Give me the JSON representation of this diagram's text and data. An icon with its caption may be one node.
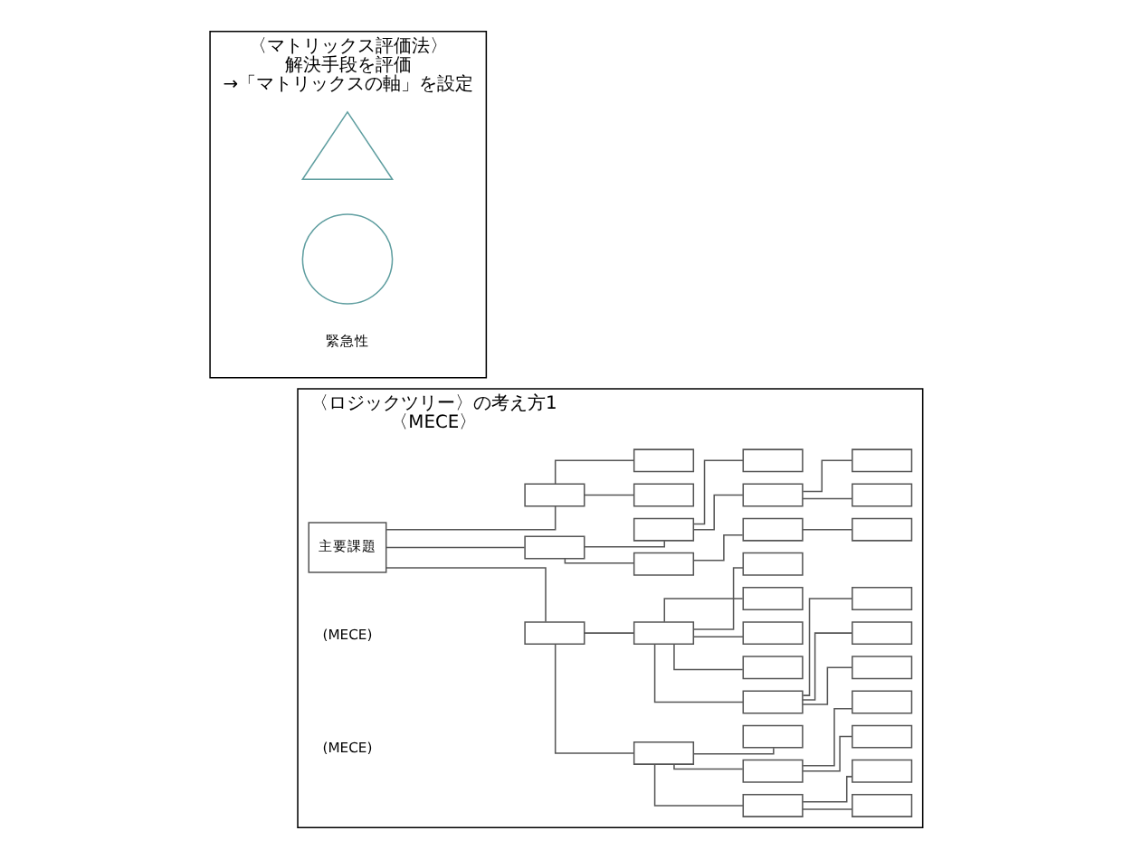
{
  "diagram": {
    "nodes": [
      {
        "text": [
          "〈ロジックツリー〉の考え方1",
          "〈MECE〉"
        ]
      },
      {
        "text": [
          "主要課題"
        ],
        "in": 0
      },
      {
        "text": [],
        "shape": "box",
        "in": 0
      },
      {
        "text": [],
        "shape": "box",
        "in": 0
      },
      {
        "text": [],
        "shape": "box",
        "in": 0
      },
      {
        "text": [],
        "shape": "box",
        "in": 0
      },
      {
        "text": [],
        "shape": "box",
        "in": 0
      },
      {
        "text": [],
        "shape": "box",
        "in": 0
      },
      {
        "text": [],
        "shape": "box",
        "in": 0
      },
      {
        "text": [],
        "shape": "box",
        "in": 0
      },
      {
        "text": [],
        "shape": "box",
        "in": 0
      },
      {
        "text": [],
        "shape": "box",
        "in": 0
      },
      {
        "text": [],
        "shape": "box",
        "in": 0
      },
      {
        "text": [],
        "shape": "box",
        "in": 0
      },
      {
        "text": [],
        "shape": "box",
        "in": 0
      },
      {
        "text": [],
        "shape": "box",
        "in": 0
      },
      {
        "text": [],
        "shape": "box",
        "in": 0
      },
      {
        "text": [],
        "shape": "box",
        "in": 0
      },
      {
        "text": [],
        "shape": "box",
        "in": 0
      },
      {
        "text": [],
        "shape": "box",
        "in": 0
      },
      {
        "text": [],
        "shape": "box",
        "in": 0
      },
      {
        "text": [],
        "shape": "box",
        "in": 0
      },
      {
        "text": [],
        "shape": "box",
        "in": 0
      },
      {
        "text": [],
        "shape": "box",
        "in": 0
      },
      {
        "text": [],
        "shape": "box",
        "in": 0
      },
      {
        "text": [],
        "shape": "box",
        "in": 0
      },
      {
        "text": [],
        "shape": "box",
        "in": 0
      },
      {
        "text": [],
        "shape": "box",
        "in": 0
      },
      {
        "text": [],
        "shape": "box",
        "in": 0
      },
      {
        "text": [],
        "shape": "box",
        "in": 0
      },
      {
        "text": [],
        "shape": "box",
        "in": 0
      },
      {
        "text": [],
        "shape": "box",
        "in": 0
      },
      {
        "text": [
          "〈マトリックス評価法〉",
          "解決手段を評価",
          "→「マトリックスの軸」を設定"
        ]
      },
      {
        "text": [],
        "shape": "triangle",
        "in": 32
      },
      {
        "text": [],
        "shape": "circle",
        "in": 32
      }
    ],
    "edges": [
      {
        "from": 1,
        "to": 2,
        "arrow": "none"
      },
      {
        "from": 1,
        "to": 3,
        "arrow": "none"
      },
      {
        "from": 1,
        "to": 4,
        "arrow": "none"
      },
      {
        "from": 2,
        "to": 5,
        "arrow": "none"
      },
      {
        "from": 2,
        "to": 6,
        "arrow": "none"
      },
      {
        "from": 3,
        "to": 7,
        "arrow": "none"
      },
      {
        "from": 3,
        "to": 8,
        "arrow": "none"
      },
      {
        "from": 4,
        "to": 9,
        "arrow": "none"
      },
      {
        "from": 4,
        "to": 10,
        "arrow": "none"
      },
      {
        "from": 5,
        "to": 11,
        "arrow": "none"
      },
      {
        "from": 5,
        "to": 12,
        "arrow": "none"
      },
      {
        "from": 5,
        "to": 13,
        "arrow": "none"
      },
      {
        "from": 6,
        "to": 14,
        "arrow": "none"
      },
      {
        "from": 6,
        "to": 15,
        "arrow": "none"
      },
      {
        "from": 6,
        "to": 16,
        "arrow": "none"
      },
      {
        "from": 6,
        "to": 17,
        "arrow": "none"
      },
      {
        "from": 6,
        "to": 18,
        "arrow": "none"
      },
      {
        "from": 7,
        "to": 19,
        "arrow": "none"
      },
      {
        "from": 8,
        "to": 20,
        "arrow": "none"
      },
      {
        "from": 8,
        "to": 21,
        "arrow": "none"
      },
      {
        "from": 11,
        "to": 22,
        "arrow": "none"
      },
      {
        "from": 11,
        "to": 23,
        "arrow": "none"
      },
      {
        "from": 12,
        "to": 24,
        "arrow": "none"
      },
      {
        "from": 12,
        "to": 25,
        "arrow": "none"
      },
      {
        "from": 14,
        "to": 26,
        "arrow": "none"
      },
      {
        "from": 14,
        "to": 27,
        "arrow": "none"
      },
      {
        "from": 14,
        "to": 28,
        "arrow": "none"
      },
      {
        "from": 19,
        "to": 29,
        "arrow": "none"
      },
      {
        "from": 20,
        "to": 30,
        "arrow": "none"
      },
      {
        "from": 20,
        "to": 31,
        "arrow": "none"
      }
    ],
    "labels": [
      "(MECE)",
      "(MECE)",
      "緊急性"
    ]
  }
}
